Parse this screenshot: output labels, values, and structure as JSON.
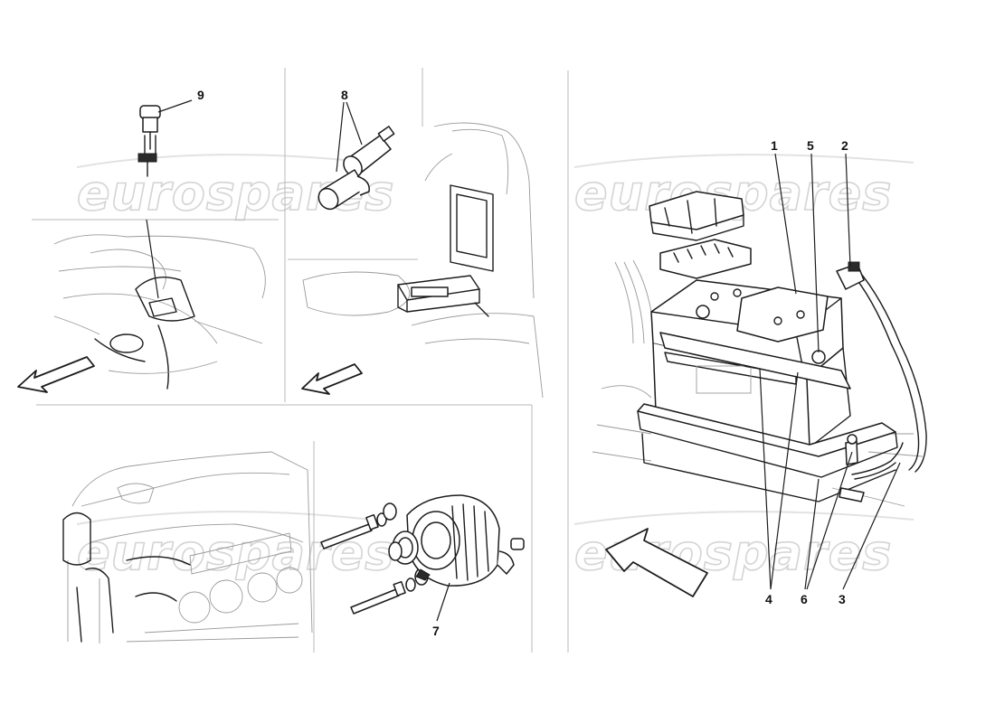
{
  "watermark": {
    "text": "eurospares"
  },
  "callouts": {
    "c1": "1",
    "c2": "2",
    "c3": "3",
    "c4": "4",
    "c5": "5",
    "c6": "6",
    "c7": "7",
    "c8": "8",
    "c9": "9"
  },
  "colors": {
    "line": "#1c1c1c",
    "frame": "#b8b8b8",
    "watermark": "#d4d4d4",
    "background": "#ffffff"
  },
  "icons": [
    "direction-arrow-icon"
  ]
}
